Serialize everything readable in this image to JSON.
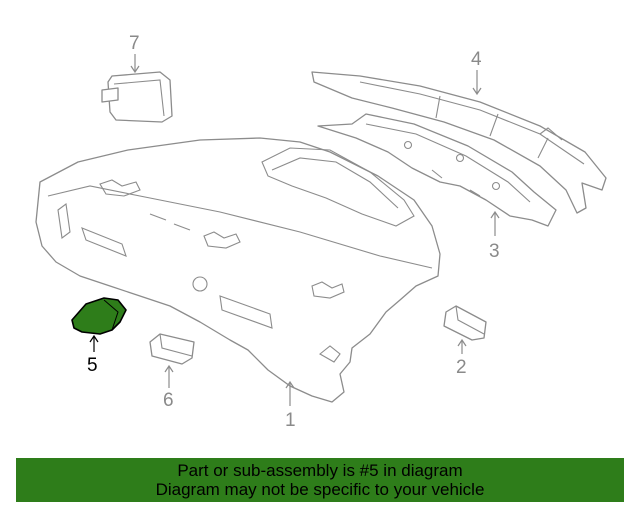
{
  "diagram": {
    "callouts": [
      {
        "id": "1",
        "label": "1"
      },
      {
        "id": "2",
        "label": "2"
      },
      {
        "id": "3",
        "label": "3"
      },
      {
        "id": "4",
        "label": "4"
      },
      {
        "id": "5",
        "label": "5",
        "highlighted": true
      },
      {
        "id": "6",
        "label": "6"
      },
      {
        "id": "7",
        "label": "7"
      }
    ],
    "highlight_color": "#2e7d1a",
    "line_color": "#8c8c8c"
  },
  "banner": {
    "line1": "Part or sub-assembly is #5 in diagram",
    "line2": "Diagram may not be specific to your vehicle",
    "background": "#2e7d1a"
  }
}
